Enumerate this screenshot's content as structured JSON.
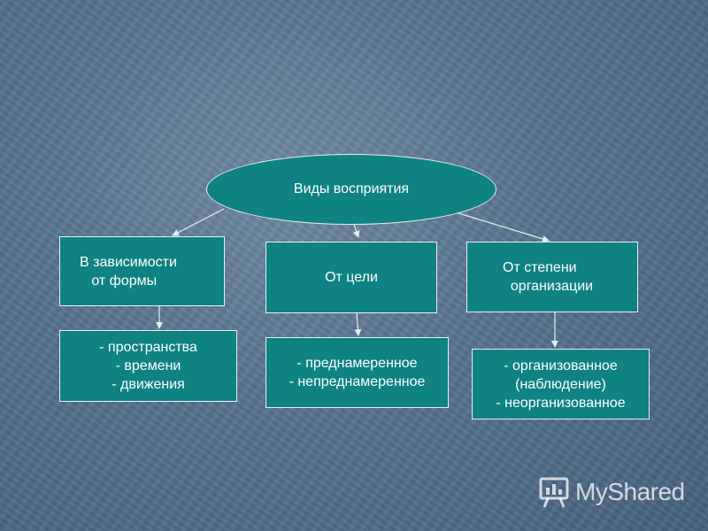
{
  "diagram": {
    "root": {
      "label": "Виды восприятия"
    },
    "categories": [
      {
        "label": "В зависимости\n   от формы",
        "items": "- пространства\n- времени\n- движения"
      },
      {
        "label": "От цели",
        "items": "- преднамеренное\n- непреднамеренное"
      },
      {
        "label": "От степени\n  организации",
        "items": "- организованное\n(наблюдение)\n- неорганизованное"
      }
    ]
  },
  "watermark": {
    "text": "MyShared",
    "icon": "presentation-board-icon"
  },
  "colors": {
    "node_fill": "#0e8381",
    "node_border": "#e8eeee",
    "background": "#58738e",
    "arrow": "#e8eeee"
  }
}
